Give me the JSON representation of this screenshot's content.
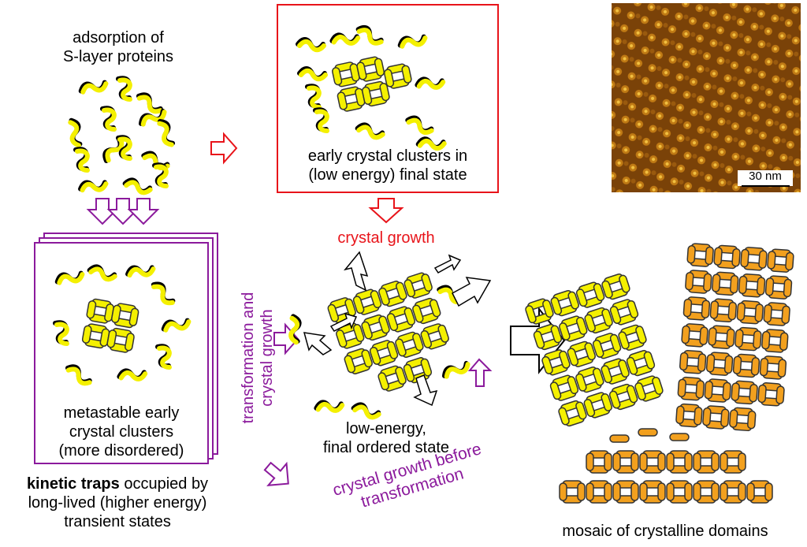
{
  "adsorption": {
    "line1": "adsorption of",
    "line2": "S-layer proteins"
  },
  "early_clusters": {
    "line1": "early crystal clusters in",
    "line2": "(low energy) final state"
  },
  "crystal_growth": "crystal growth",
  "metastable": {
    "line1": "metastable early",
    "line2": "crystal clusters",
    "line3": "(more disordered)"
  },
  "transformation_growth": {
    "line1": "transformation and",
    "line2": "crystal growth"
  },
  "low_energy": {
    "line1": "low-energy,",
    "line2": "final ordered state"
  },
  "kinetic": {
    "bold": "kinetic traps",
    "rest": " occupied by",
    "line2": "long-lived (higher energy)",
    "line3": "transient states"
  },
  "growth_before": "crystal growth before transformation",
  "mosaic": "mosaic of crystalline domains",
  "scale_bar": "30 nm",
  "colors": {
    "red": "#e8141a",
    "purple": "#8b1a9c",
    "yellow": "#f4f000",
    "orange": "#f2a01e",
    "afm_dark": "#6b3a08",
    "afm_mid": "#b0680e"
  }
}
